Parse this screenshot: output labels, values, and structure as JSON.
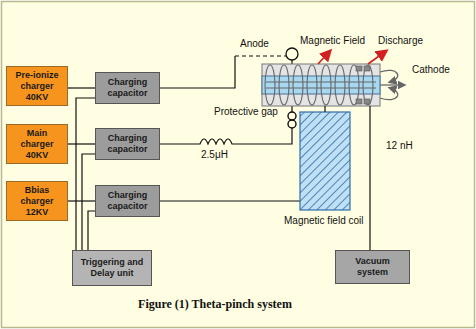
{
  "diagram": {
    "caption": "Figure (1) Theta-pinch system",
    "nodes": [
      {
        "text": [
          "Pre-ionize charger 40KV"
        ]
      },
      {
        "text": [
          "Main charger 40KV"
        ]
      },
      {
        "text": [
          "Bbias charger 12KV"
        ]
      },
      {
        "text": [
          "Charging capacitor"
        ]
      },
      {
        "text": [
          "Charging capacitor"
        ]
      },
      {
        "text": [
          "Charging capacitor"
        ]
      },
      {
        "text": [
          "Triggering and Delay unit"
        ]
      },
      {
        "text": [
          "Vacuum system"
        ]
      }
    ],
    "edges": [
      {
        "from": 0,
        "to": 3,
        "arrow": "none"
      },
      {
        "from": 1,
        "to": 4,
        "arrow": "none"
      },
      {
        "from": 2,
        "to": 5,
        "arrow": "none"
      },
      {
        "from": 6,
        "to": 3,
        "arrow": "none"
      },
      {
        "from": 6,
        "to": 4,
        "arrow": "none"
      },
      {
        "from": 6,
        "to": 5,
        "arrow": "none"
      }
    ],
    "labels": [
      "Anode",
      "Magnetic Field",
      "Discharge",
      "Cathode",
      "Protective gap",
      "2.5μH",
      "12 nH",
      "Magnetic field coil"
    ]
  }
}
